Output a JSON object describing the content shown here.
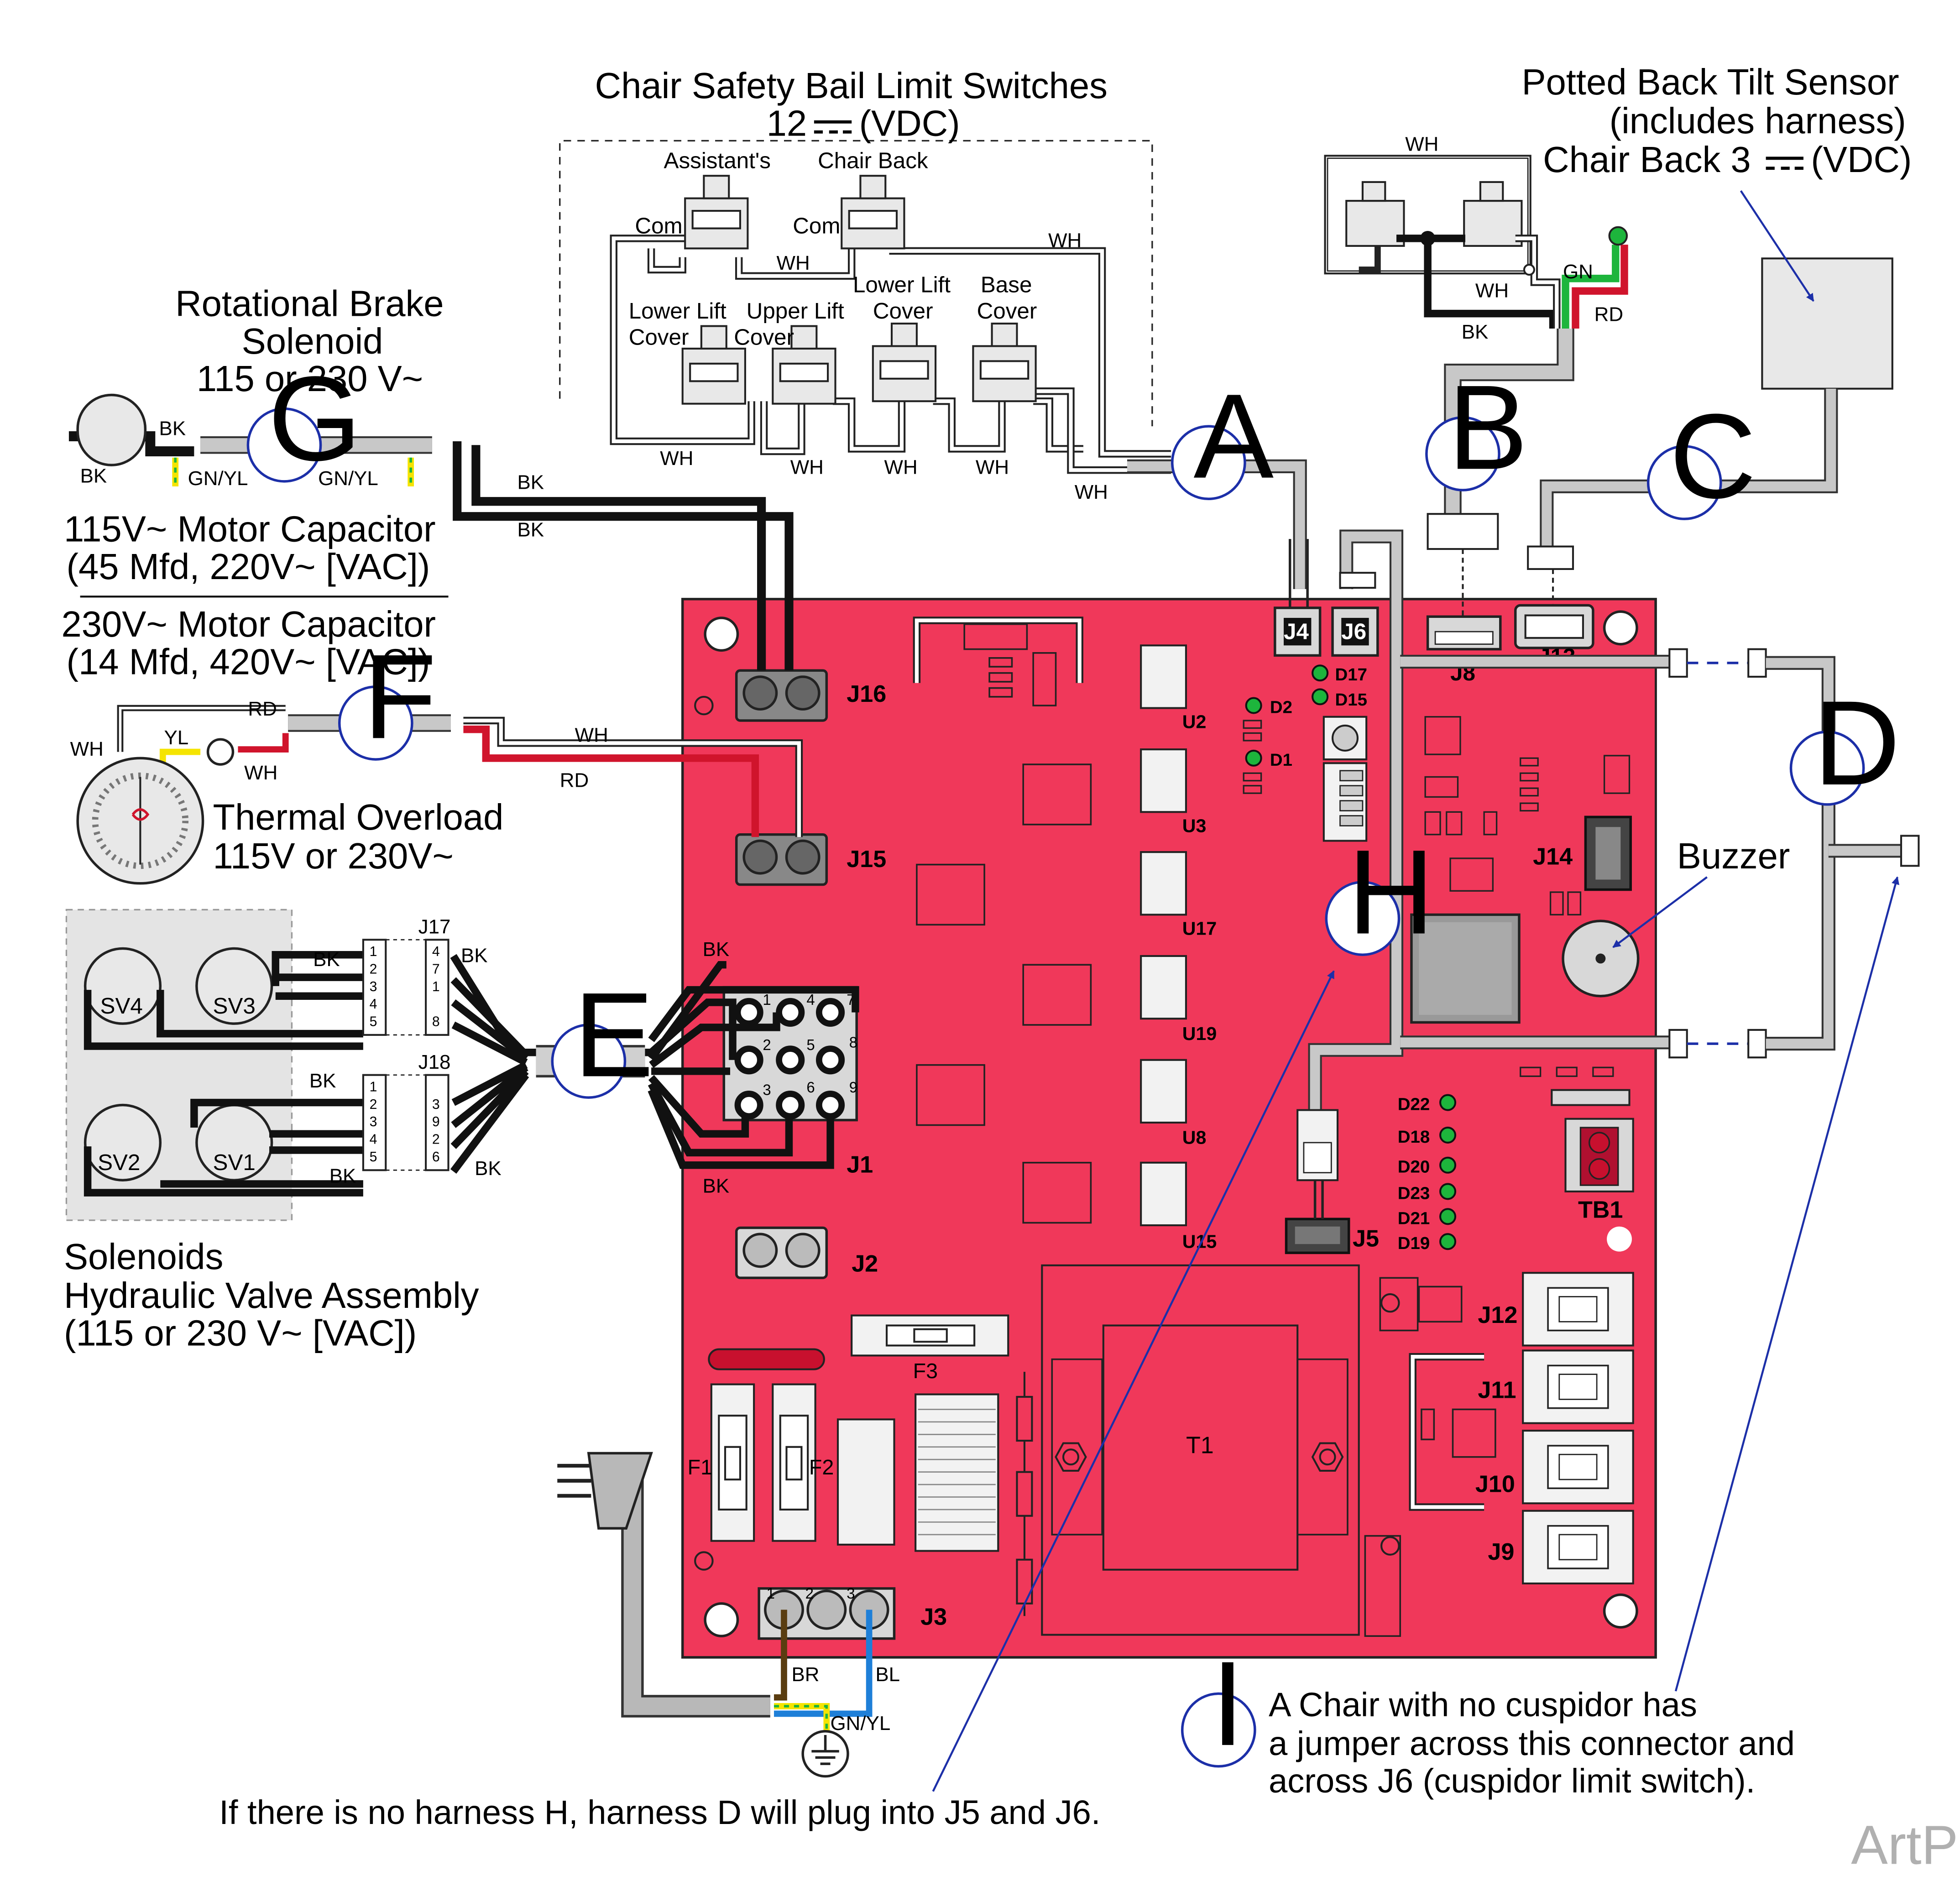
{
  "titles": {
    "bail_switches": "Chair Safety Bail Limit Switches",
    "bail_voltage_num": "12",
    "bail_voltage_unit": "(VDC)",
    "tilt_line1": "Potted Back Tilt Sensor",
    "tilt_line2": "(includes harness)",
    "tilt_line3_a": "Chair Back 3",
    "tilt_line3_b": "(VDC)",
    "brake_line1": "Rotational Brake",
    "brake_line2": "Solenoid",
    "brake_line3": "115 or 230 V~",
    "cap115_line1": "115V~ Motor Capacitor",
    "cap115_line2": "(45 Mfd, 220V~ [VAC])",
    "cap230_line1": "230V~ Motor Capacitor",
    "cap230_line2": "(14 Mfd, 420V~ [VAC])",
    "thermal_line1": "Thermal Overload",
    "thermal_line2": "115V or 230V~",
    "sol_line1": "Solenoids",
    "sol_line2": "Hydraulic Valve Assembly",
    "sol_line3": "(115 or 230 V~ [VAC])",
    "buzzer": "Buzzer"
  },
  "switch_labels": {
    "assistants": "Assistant's",
    "chair_back": "Chair Back",
    "com1": "Com",
    "com2": "Com",
    "lower_lift_1": "Lower Lift",
    "lower_lift_1b": "Cover",
    "upper_lift_1": "Upper Lift",
    "upper_lift_1b": "Cover",
    "lower_lift_2": "Lower Lift",
    "lower_lift_2b": "Cover",
    "base_1": "Base",
    "base_1b": "Cover"
  },
  "harness_letters": {
    "a": "A",
    "b": "B",
    "c": "C",
    "d": "D",
    "e": "E",
    "f": "F",
    "g": "G",
    "h": "H",
    "i": "I"
  },
  "wire_colors": {
    "wh": "WH",
    "bk": "BK",
    "rd": "RD",
    "gn": "GN",
    "yl": "YL",
    "gnyl": "GN/YL",
    "br": "BR",
    "bl": "BL"
  },
  "connectors": {
    "j1": "J1",
    "j2": "J2",
    "j3": "J3",
    "j4": "J4",
    "j5": "J5",
    "j6": "J6",
    "j8": "J8",
    "j9": "J9",
    "j10": "J10",
    "j11": "J11",
    "j12": "J12",
    "j13": "J13",
    "j14": "J14",
    "j15": "J15",
    "j16": "J16",
    "j17": "J17",
    "j18": "J18",
    "tb1": "TB1",
    "t1": "T1",
    "f1": "F1",
    "f2": "F2",
    "f3": "F3"
  },
  "chips": [
    "U2",
    "U3",
    "U17",
    "U19",
    "U8",
    "U15"
  ],
  "leds_top": [
    "D17",
    "D15",
    "D2",
    "D1"
  ],
  "leds_right": [
    "D22",
    "D18",
    "D20",
    "D23",
    "D21",
    "D19"
  ],
  "solenoids": [
    "SV4",
    "SV3",
    "SV2",
    "SV1"
  ],
  "j17_pins": [
    "4",
    "7",
    "1",
    "8"
  ],
  "j18_pins": [
    "3",
    "9",
    "2",
    "6"
  ],
  "plug_pins": [
    "1",
    "2",
    "3",
    "4",
    "5"
  ],
  "j1_pins": [
    "1",
    "4",
    "7",
    "2",
    "5",
    "8",
    "3",
    "6",
    "9"
  ],
  "j3_pins": [
    "1",
    "2",
    "3"
  ],
  "notes": {
    "cuspidor_line1": "A Chair with no cuspidor has",
    "cuspidor_line2": "a jumper across this connector and",
    "cuspidor_line3": "across J6 (cuspidor limit switch).",
    "harness_h": "If there is no harness H, harness D will plug into J5 and J6."
  },
  "watermark": "ArtParts",
  "colors": {
    "board": "#f0385a",
    "wire_red": "#d0142c",
    "wire_brown": "#5a3d10",
    "wire_blue": "#1e7fd8",
    "wire_green": "#1db53c",
    "wire_yellow": "#f5e400",
    "led": "#1db53c",
    "callout": "#1c2fa8"
  }
}
